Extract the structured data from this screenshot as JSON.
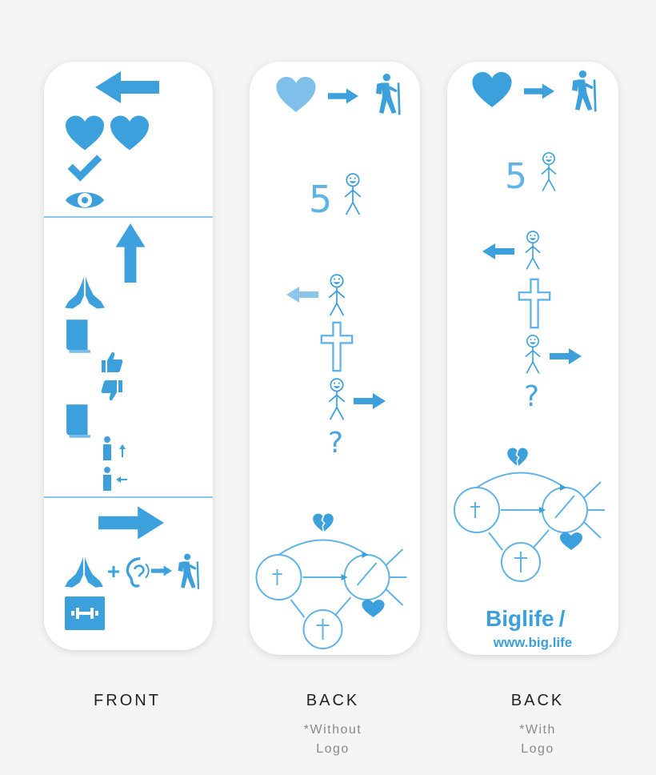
{
  "cards": [
    {
      "caption": "FRONT",
      "note": ""
    },
    {
      "caption": "BACK",
      "note_line1": "*Without",
      "note_line2": "Logo"
    },
    {
      "caption": "BACK",
      "note_line1": "*With",
      "note_line2": "Logo"
    }
  ],
  "back": {
    "count": "5",
    "question": "?"
  },
  "logo": {
    "brand": "Biglife",
    "url": "www.big.life"
  },
  "colors": {
    "blue": "#3ca0dc",
    "light_blue": "#8cc6ea"
  }
}
